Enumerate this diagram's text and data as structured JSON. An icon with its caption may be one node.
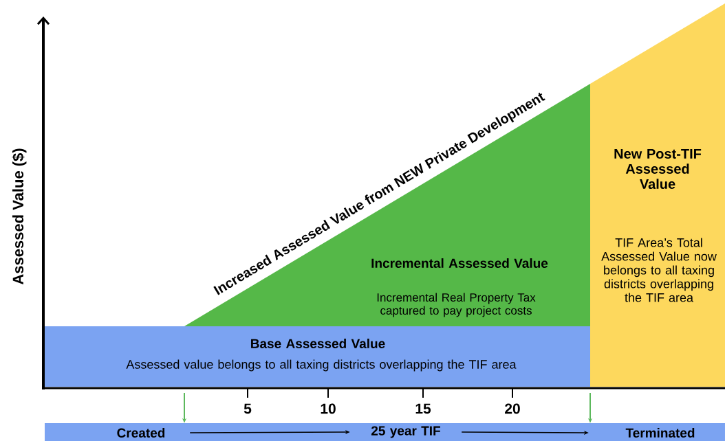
{
  "diagram": {
    "nodes": [
      {
        "text": [
          "Incremental Assessed Value",
          "Incremental Real Property Tax captured to pay project costs"
        ]
      },
      {
        "text": [
          "Base Assessed Value",
          "Assessed value belongs to all taxing districts overlapping the TIF area"
        ]
      },
      {
        "text": [
          "New Post-TIF Assessed Value",
          "TIF Area’s Total Assessed Value now belongs to all taxing districts overlapping the TIF area"
        ]
      },
      {
        "text": [],
        "shape": "bar"
      },
      {
        "text": [
          "Created"
        ],
        "in": 3
      },
      {
        "text": [
          "25 year TIF"
        ],
        "in": 3
      },
      {
        "text": [
          "Terminated"
        ],
        "in": 3
      }
    ],
    "edges": [
      {
        "from": 4,
        "to": 5,
        "arrow": "to"
      },
      {
        "from": 5,
        "to": 6,
        "arrow": "to"
      },
      {
        "from": 1,
        "to": 3,
        "arrow": "to",
        "color": "#5cb85c"
      },
      {
        "from": 2,
        "to": 3,
        "arrow": "to",
        "color": "#5cb85c"
      }
    ],
    "labels": [
      "Assessed Value ($)",
      "Increased Assessed Value from NEW Private Development",
      "5",
      "10",
      "15",
      "20"
    ]
  }
}
